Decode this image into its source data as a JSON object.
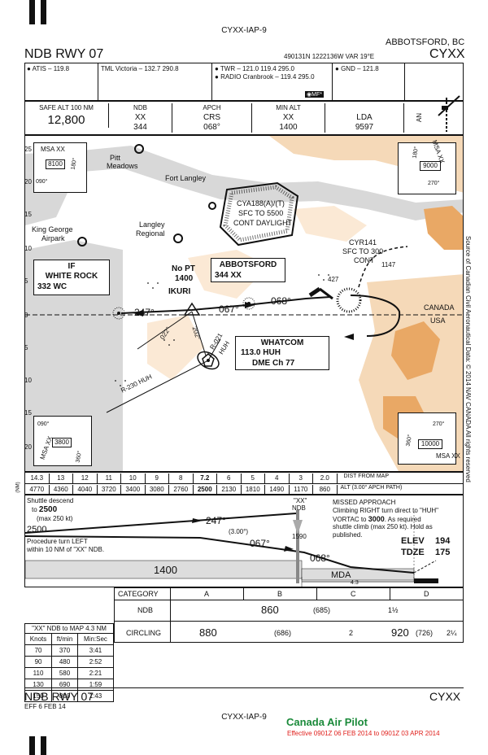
{
  "header": {
    "top_id": "CYXX-IAP-9",
    "title": "NDB RWY 07",
    "location": "ABBOTSFORD, BC",
    "coords": "490131N  1222136W  VAR 19°E",
    "airport_id": "CYXX"
  },
  "comms": {
    "atis": "ATIS – 119.8",
    "tml": "TML Victoria – 132.7  290.8",
    "twr": "TWR – 121.0  119.4  295.0",
    "radio": "RADIO Cranbrook – 119.4  295.0",
    "gnd": "GND – 121.8",
    "mf": "MF"
  },
  "briefing": {
    "safe_alt_label": "SAFE ALT 100 NM",
    "safe_alt": "12,800",
    "ndb_label": "NDB",
    "ndb_id": "XX",
    "ndb_freq": "344",
    "apch_label": "APCH",
    "crs_label": "CRS",
    "crs": "068°",
    "minalt_label": "MIN ALT",
    "minalt_id": "XX",
    "minalt": "1400",
    "lda_label": "LDA",
    "lda": "9597",
    "an": "AN"
  },
  "plan": {
    "msa_nw": {
      "label": "MSA  XX",
      "alt": "8100",
      "r1": "090°",
      "r2": "180°"
    },
    "msa_ne": {
      "label": "MSA  XX",
      "alt": "9000",
      "r1": "180°",
      "r2": "270°"
    },
    "msa_sw": {
      "label": "MSA  XX",
      "alt": "3800",
      "r1": "090°",
      "r2": "360°"
    },
    "msa_se": {
      "label": "MSA  XX",
      "alt": "10000",
      "r1": "270°",
      "r2": "360°"
    },
    "pitt": "Pitt",
    "meadows": "Meadows",
    "fort_langley": "Fort Langley",
    "langley1": "Langley",
    "langley2": "Regional",
    "kg1": "King George",
    "kg2": "Airpark",
    "cya1": "CYA188(A)/(T)",
    "cya2": "SFC TO 5500",
    "cya3": "CONT DAYLIGHT",
    "cyr1": "CYR141",
    "cyr2": "SFC TO 300",
    "cyr3": "CONT",
    "elev1147": "1147",
    "elev427": "427",
    "canada": "CANADA",
    "usa": "USA",
    "if_label": "IF",
    "white_rock": "WHITE ROCK",
    "wr_freq": "332  WC",
    "ikuri": "IKURI",
    "nopt": "No PT",
    "nopt_alt": "1400",
    "abbotsford": "ABBOTSFORD",
    "abb_freq": "344   XX",
    "whatcom": "WHATCOM",
    "whatcom_freq": "113.0  HUH",
    "dme": "DME Ch 77",
    "crs247": "247°",
    "crs067": "067°",
    "crs068": "068°",
    "r021": "R-021",
    "huh": "HUH",
    "r230": "R-230 HUH",
    "r022": "022°",
    "r202": "202°",
    "source": "Source of Canadian Civil Aeronautical Data: © 2014 NAV CANADA All rights reserved",
    "lat_ticks": [
      "25",
      "20",
      "15",
      "10",
      "5",
      "0",
      "5",
      "10",
      "15",
      "20"
    ],
    "nm": "(NM)"
  },
  "dist_table": {
    "dist": [
      "14.3",
      "13",
      "12",
      "11",
      "10",
      "9",
      "8",
      "7.2",
      "6",
      "5",
      "4",
      "3",
      "2.0"
    ],
    "dist_label": "DIST FROM MAP",
    "alt": [
      "4770",
      "4360",
      "4040",
      "3720",
      "3400",
      "3080",
      "2760",
      "2500",
      "2130",
      "1810",
      "1490",
      "1170",
      "860"
    ],
    "alt_label": "ALT (3.00° APCH PATH)"
  },
  "profile": {
    "shuttle1": "Shuttle descend",
    "shuttle2": "to",
    "shuttle_alt": "2500",
    "shuttle3": "(max 250 kt)",
    "alt2500": "2500",
    "crs247": "247°",
    "crs067": "067°",
    "crs068": "068°",
    "gs": "(3.00°)",
    "pt1": "Procedure turn LEFT",
    "pt2": "within 10 NM of \"XX\" NDB.",
    "alt1400": "1400",
    "ndb_q": "\"XX\"",
    "ndb": "NDB",
    "alt1590": "1590",
    "mda": "MDA",
    "dist43": "4.3",
    "missed1": "MISSED APPROACH",
    "missed2": "Climbing RIGHT turn direct to \"HUH\"",
    "missed3": "VORTAC to ",
    "missed_alt": "3000",
    "missed4": ". As required",
    "missed5": "shuttle climb (max 250 kt). Hold as",
    "missed6": "published.",
    "elev_label": "ELEV",
    "elev": "194",
    "tdze_label": "TDZE",
    "tdze": "175"
  },
  "minima": {
    "category": "CATEGORY",
    "cats": [
      "A",
      "B",
      "C",
      "D"
    ],
    "ndb_label": "NDB",
    "ndb_mda": "860",
    "ndb_haa": "(685)",
    "ndb_vis": "1½",
    "circ_label": "CIRCLING",
    "circ_abc": "880",
    "circ_abc_haa": "(686)",
    "circ_abc_vis": "2",
    "circ_d": "920",
    "circ_d_haa": "(726)",
    "circ_d_vis": "2¼"
  },
  "timing": {
    "title": "\"XX\" NDB to MAP 4.3 NM",
    "headers": [
      "Knots",
      "ft/min",
      "Min:Sec"
    ],
    "rows": [
      [
        "70",
        "370",
        "3:41"
      ],
      [
        "90",
        "480",
        "2:52"
      ],
      [
        "110",
        "580",
        "2:21"
      ],
      [
        "130",
        "690",
        "1:59"
      ],
      [
        "150",
        "800",
        "1:43"
      ]
    ]
  },
  "footer": {
    "title": "NDB RWY 07",
    "eff": "EFF 6 FEB 14",
    "airport_id": "CYXX",
    "bottom_id": "CYXX-IAP-9",
    "brand": "Canada Air Pilot",
    "effective": "Effective 0901Z 06 FEB 2014 to 0901Z 03 APR 2014"
  },
  "colors": {
    "terrain": "#f5d9b8",
    "terrain_dark": "#e9a865",
    "water": "#d8d8d8",
    "brand": "#1a8a3a",
    "effective": "#e0201c"
  }
}
